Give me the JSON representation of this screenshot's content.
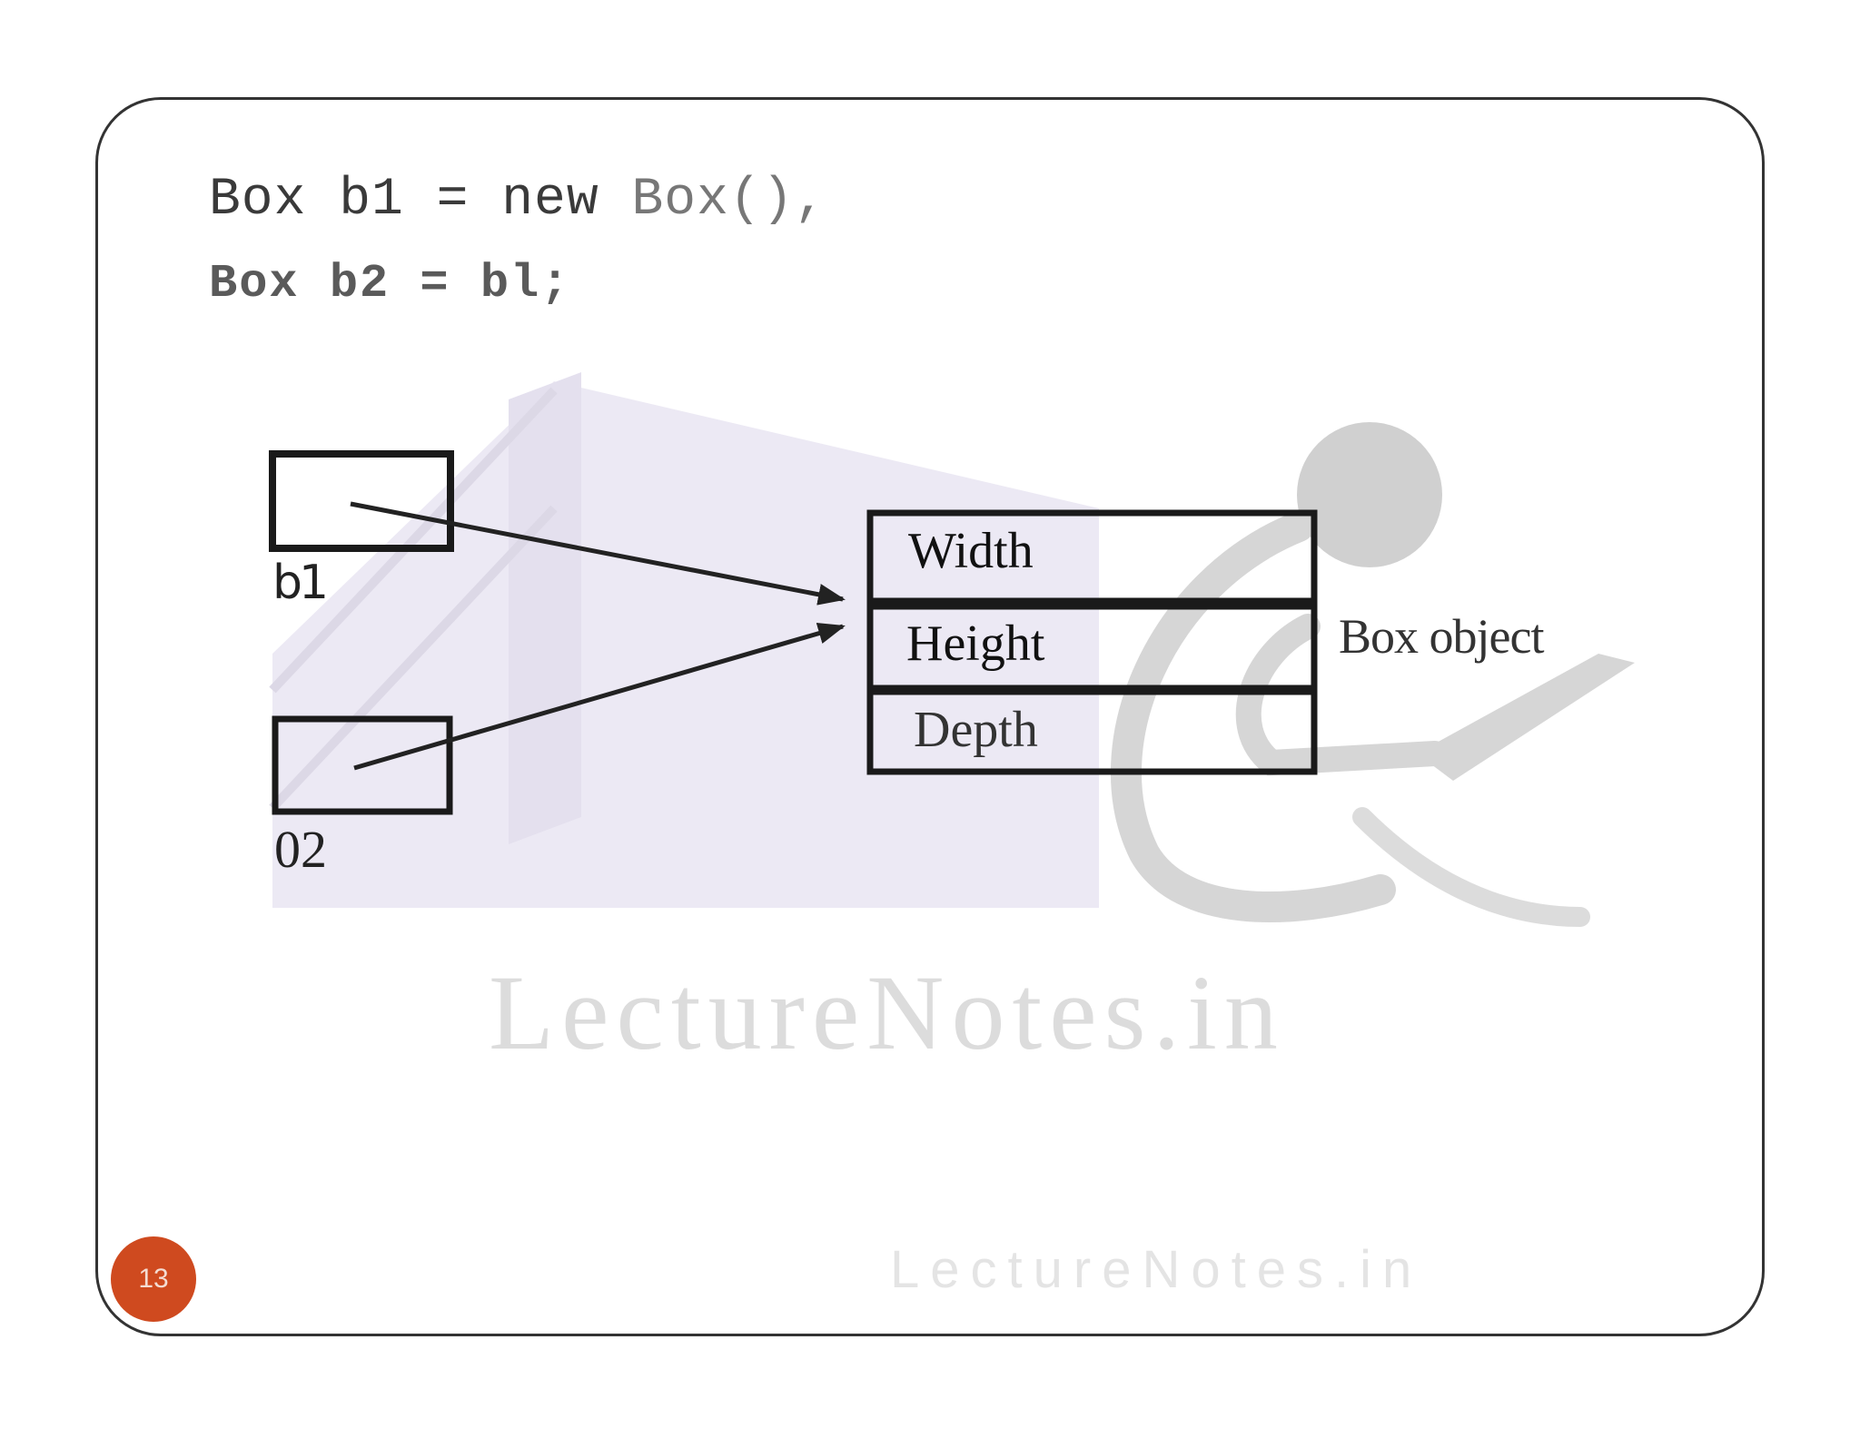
{
  "code": {
    "line1_prefix": "Box b1 = new ",
    "line1_suffix": "Box(),",
    "line2": "Box b2 = bl;"
  },
  "diagram": {
    "ref1_label": "b1",
    "ref2_label": "02",
    "fields": [
      "Width",
      "Height",
      "Depth"
    ],
    "object_label": "Box object"
  },
  "watermark": {
    "large_text": "LectureNotes.in",
    "small_text": "LectureNotes.in"
  },
  "page_number": "13",
  "colors": {
    "badge": "#cf4a1f",
    "watermark_gray": "#dcdcdc",
    "watermark_lilac": "#e6e2f0"
  }
}
